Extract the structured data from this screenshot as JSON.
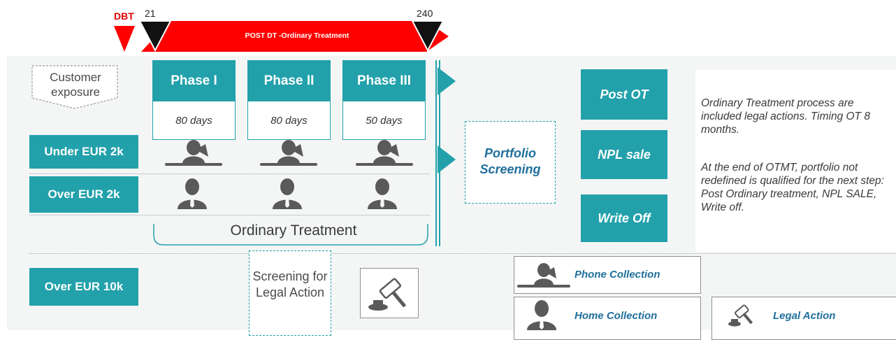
{
  "timeline": {
    "dbt_label": "DBT",
    "start_marker": "21",
    "end_marker": "240",
    "bar_label": "POST DT -Ordinary Treatment"
  },
  "customer_exposure": "Customer exposure",
  "phases": [
    {
      "title": "Phase I",
      "duration": "80 days"
    },
    {
      "title": "Phase II",
      "duration": "80 days"
    },
    {
      "title": "Phase III",
      "duration": "50 days"
    }
  ],
  "segments": {
    "under": "Under EUR 2k",
    "over": "Over  EUR 2k",
    "over10k": "Over  EUR 10k"
  },
  "ordinary_treatment": "Ordinary Treatment",
  "portfolio_screening": "Portfolio Screening",
  "outcomes": [
    "Post OT",
    "NPL sale",
    "Write Off"
  ],
  "notes": {
    "p1": "Ordinary Treatment process are included legal actions. Timing OT 8 months.",
    "p2": "At the end of OTMT, portfolio not redefined is qualified for the next step: Post Ordinary treatment, NPL SALE, Write off."
  },
  "screening_legal": "Screening for Legal Action",
  "collections": {
    "phone": "Phone Collection",
    "home": "Home Collection",
    "legal": "Legal Action"
  },
  "icons": [
    "phone-operator-icon",
    "person-icon",
    "gavel-icon"
  ],
  "colors": {
    "teal": "#22a1ab",
    "red": "#ff0000",
    "label_blue": "#1f6f9c"
  }
}
